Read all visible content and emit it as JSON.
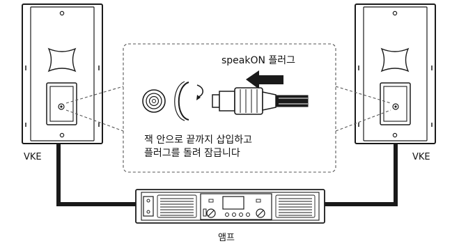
{
  "labels": {
    "left_speaker": "VKE",
    "right_speaker": "VKE",
    "amplifier": "앰프",
    "plug_name": "speakON 플러그",
    "instruction_line1": "잭 안으로 끝까지 삽입하고",
    "instruction_line2": "플러그를 돌려 잠급니다"
  },
  "colors": {
    "line": "#1a1a1a",
    "dashed": "#555555",
    "cable": "#1a1a1a",
    "background": "#ffffff"
  },
  "icons": {
    "speaker": "speaker-cabinet-icon",
    "connector": "speakon-jack-icon",
    "rotate": "rotate-arrow-icon",
    "plug": "speakon-plug-icon",
    "insert_arrow": "arrow-left-icon",
    "amplifier": "amplifier-icon"
  }
}
